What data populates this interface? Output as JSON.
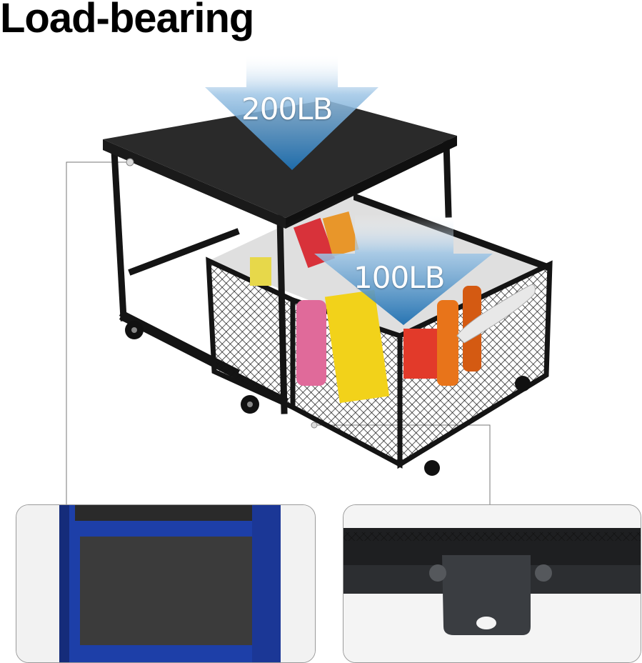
{
  "title": "Load-bearing",
  "callouts": {
    "top_load": "200LB",
    "drawer_load": "100LB"
  },
  "colors": {
    "frame": "#141414",
    "tabletop": "#2a2a2a",
    "arrow": "#1e6fb0",
    "arrow_light": "#9fc6e6",
    "detail_frame_blue": "#1d3fa8"
  },
  "icons": {
    "caster": "caster-wheel-icon",
    "handle": "drawer-handle-icon"
  }
}
